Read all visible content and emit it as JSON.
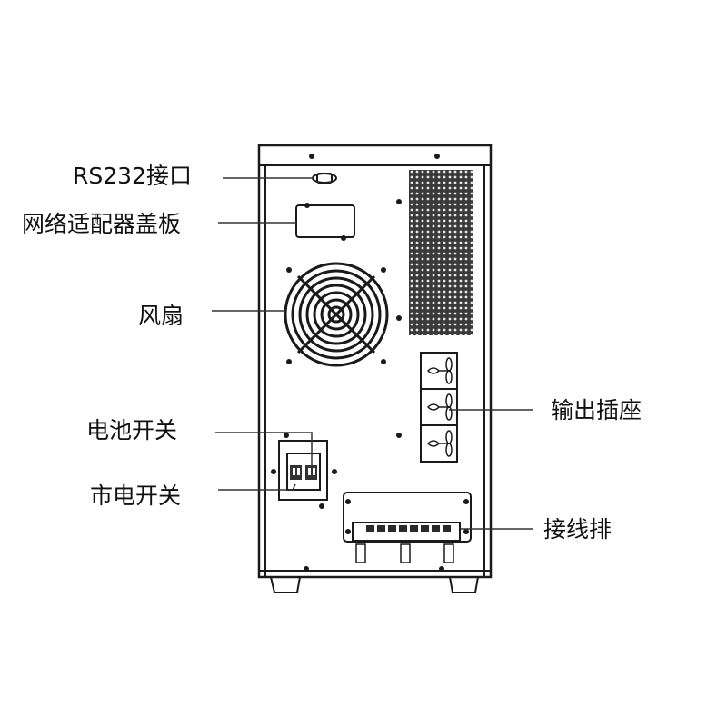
{
  "diagram": {
    "subject": "UPS rear panel",
    "colors": {
      "line": "#1a1a1a",
      "background": "#ffffff",
      "vent": "#333333"
    },
    "labels": {
      "rs232": "RS232接口",
      "network_cover": "网络适配器盖板",
      "fan": "风扇",
      "battery_switch": "电池开关",
      "mains_switch": "市电开关",
      "output_sockets": "输出插座",
      "terminal_block": "接线排"
    }
  }
}
